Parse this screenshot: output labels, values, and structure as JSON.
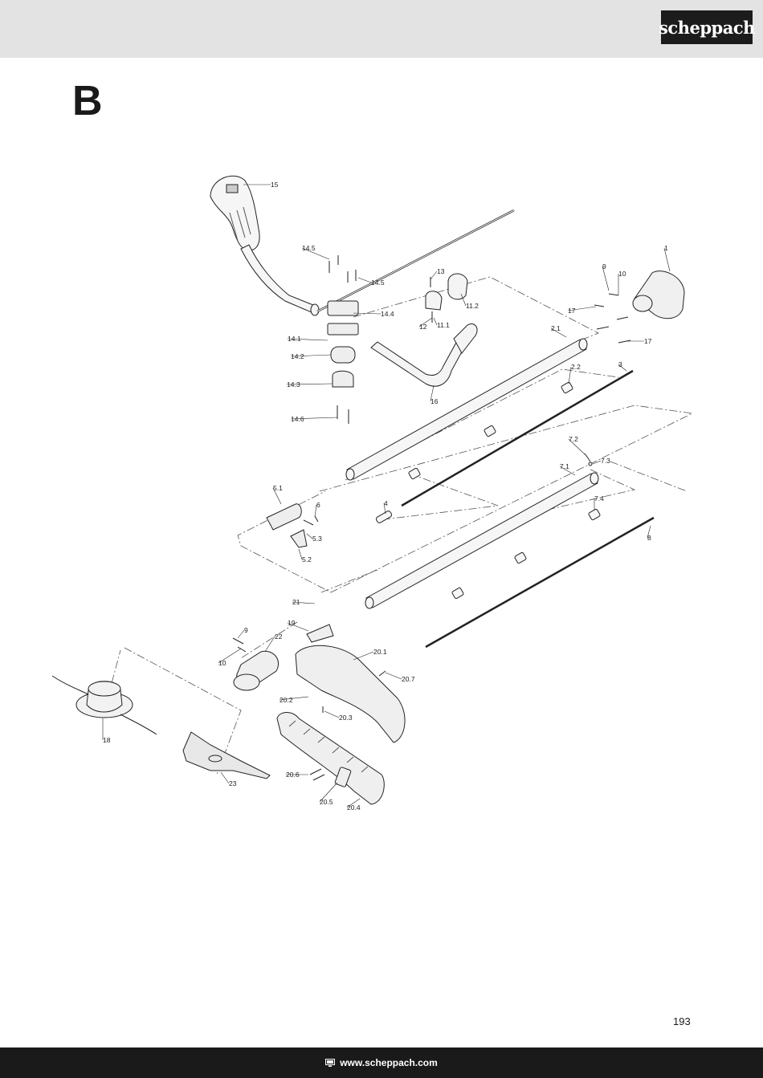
{
  "header": {
    "brand": "scheppach"
  },
  "section": {
    "letter": "B"
  },
  "diagram": {
    "part_labels": [
      "15",
      "14.5",
      "14.5",
      "14.4",
      "14.1",
      "14.2",
      "14.3",
      "14.6",
      "13",
      "12",
      "11.1",
      "11.2",
      "16",
      "9",
      "10",
      "1",
      "17",
      "17",
      "2.1",
      "2.2",
      "3",
      "7.2",
      "7.3",
      "7.1",
      "7.4",
      "8",
      "4",
      "5.1",
      "6",
      "5.3",
      "5.2",
      "21",
      "19",
      "9",
      "10",
      "22",
      "20.1",
      "20.7",
      "20.2",
      "20.3",
      "18",
      "23",
      "20.6",
      "20.5",
      "20.4"
    ]
  },
  "footer": {
    "page_number": "193",
    "url": "www.scheppach.com",
    "url_icon": "monitor-icon"
  }
}
